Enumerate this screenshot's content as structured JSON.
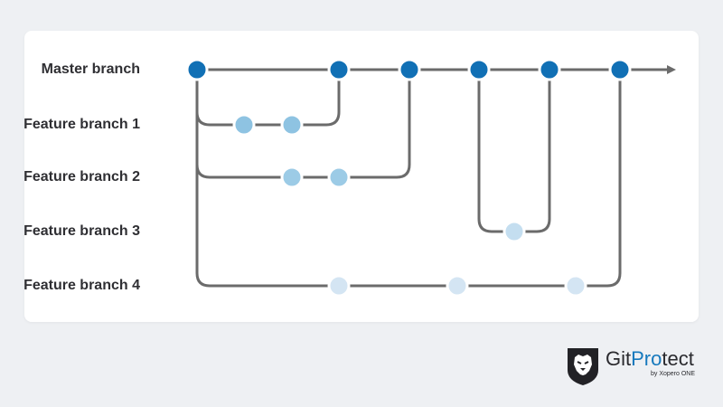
{
  "branches": [
    {
      "id": "master",
      "label": "Master branch"
    },
    {
      "id": "feature1",
      "label": "Feature branch 1"
    },
    {
      "id": "feature2",
      "label": "Feature branch 2"
    },
    {
      "id": "feature3",
      "label": "Feature branch 3"
    },
    {
      "id": "feature4",
      "label": "Feature branch 4"
    }
  ],
  "colors": {
    "master_commit": "#1170b5",
    "feature1_commit": "#8ec3e2",
    "feature2_commit": "#8ec3e2",
    "feature3_commit": "#c4def0",
    "feature4_commit": "#d4e5f3",
    "line": "#6b6b6b"
  },
  "logo": {
    "brand_part1": "Git",
    "brand_part2": "Pro",
    "brand_part3": "tect",
    "tagline": "by Xopero ONE"
  }
}
